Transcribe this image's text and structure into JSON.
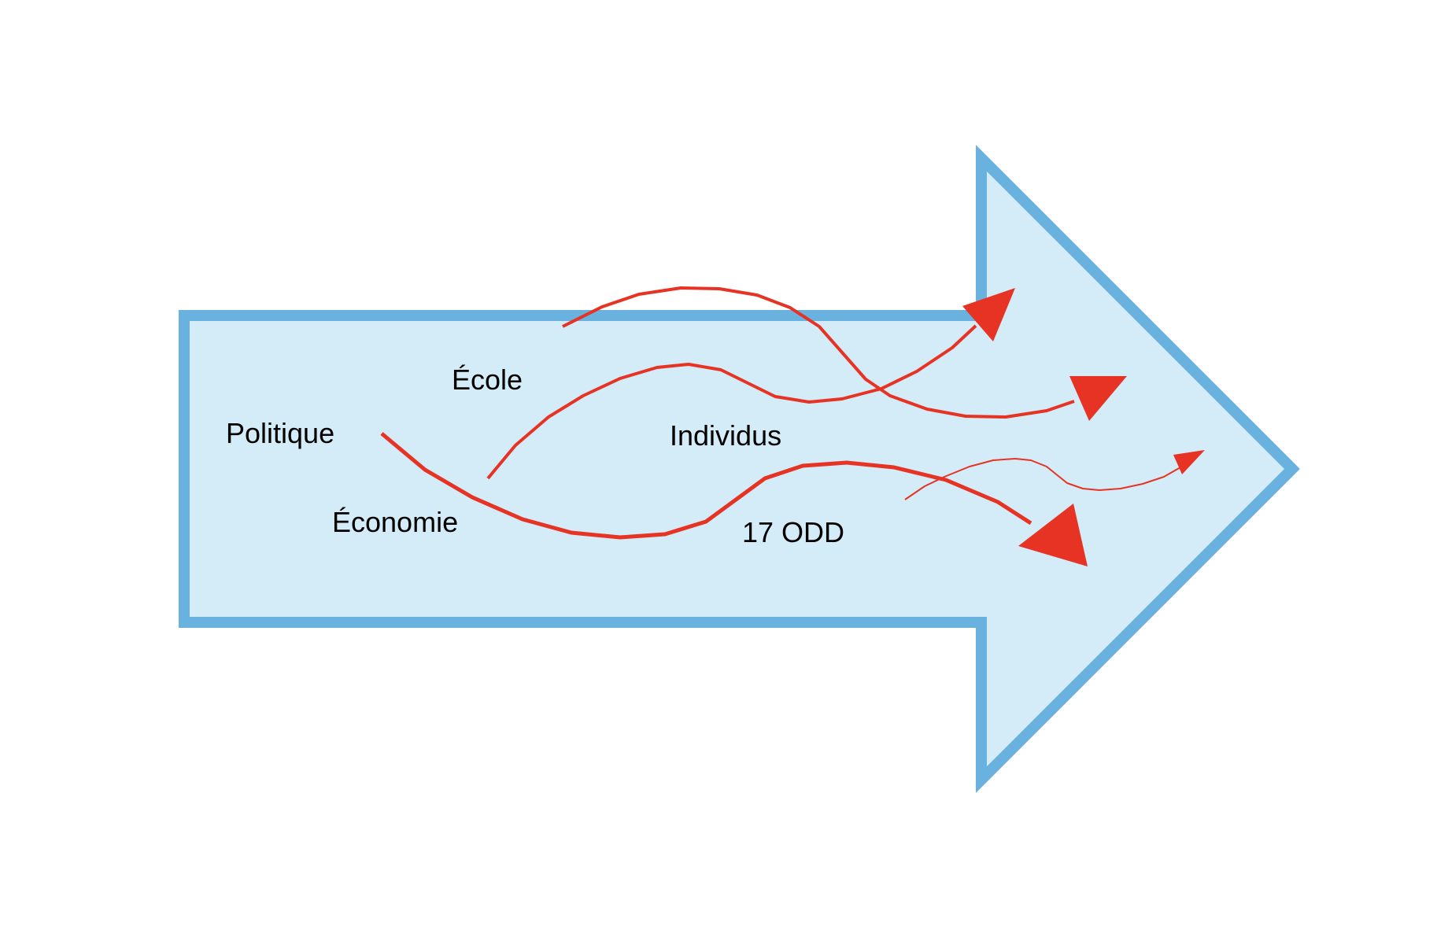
{
  "diagram": {
    "labels": {
      "politique": "Politique",
      "ecole": "École",
      "economie": "Économie",
      "individus": "Individus",
      "odd": "17 ODD"
    }
  },
  "colors": {
    "arrow_fill": "#d3ecf8",
    "arrow_stroke": "#69b1df",
    "flow": "#e63323"
  }
}
